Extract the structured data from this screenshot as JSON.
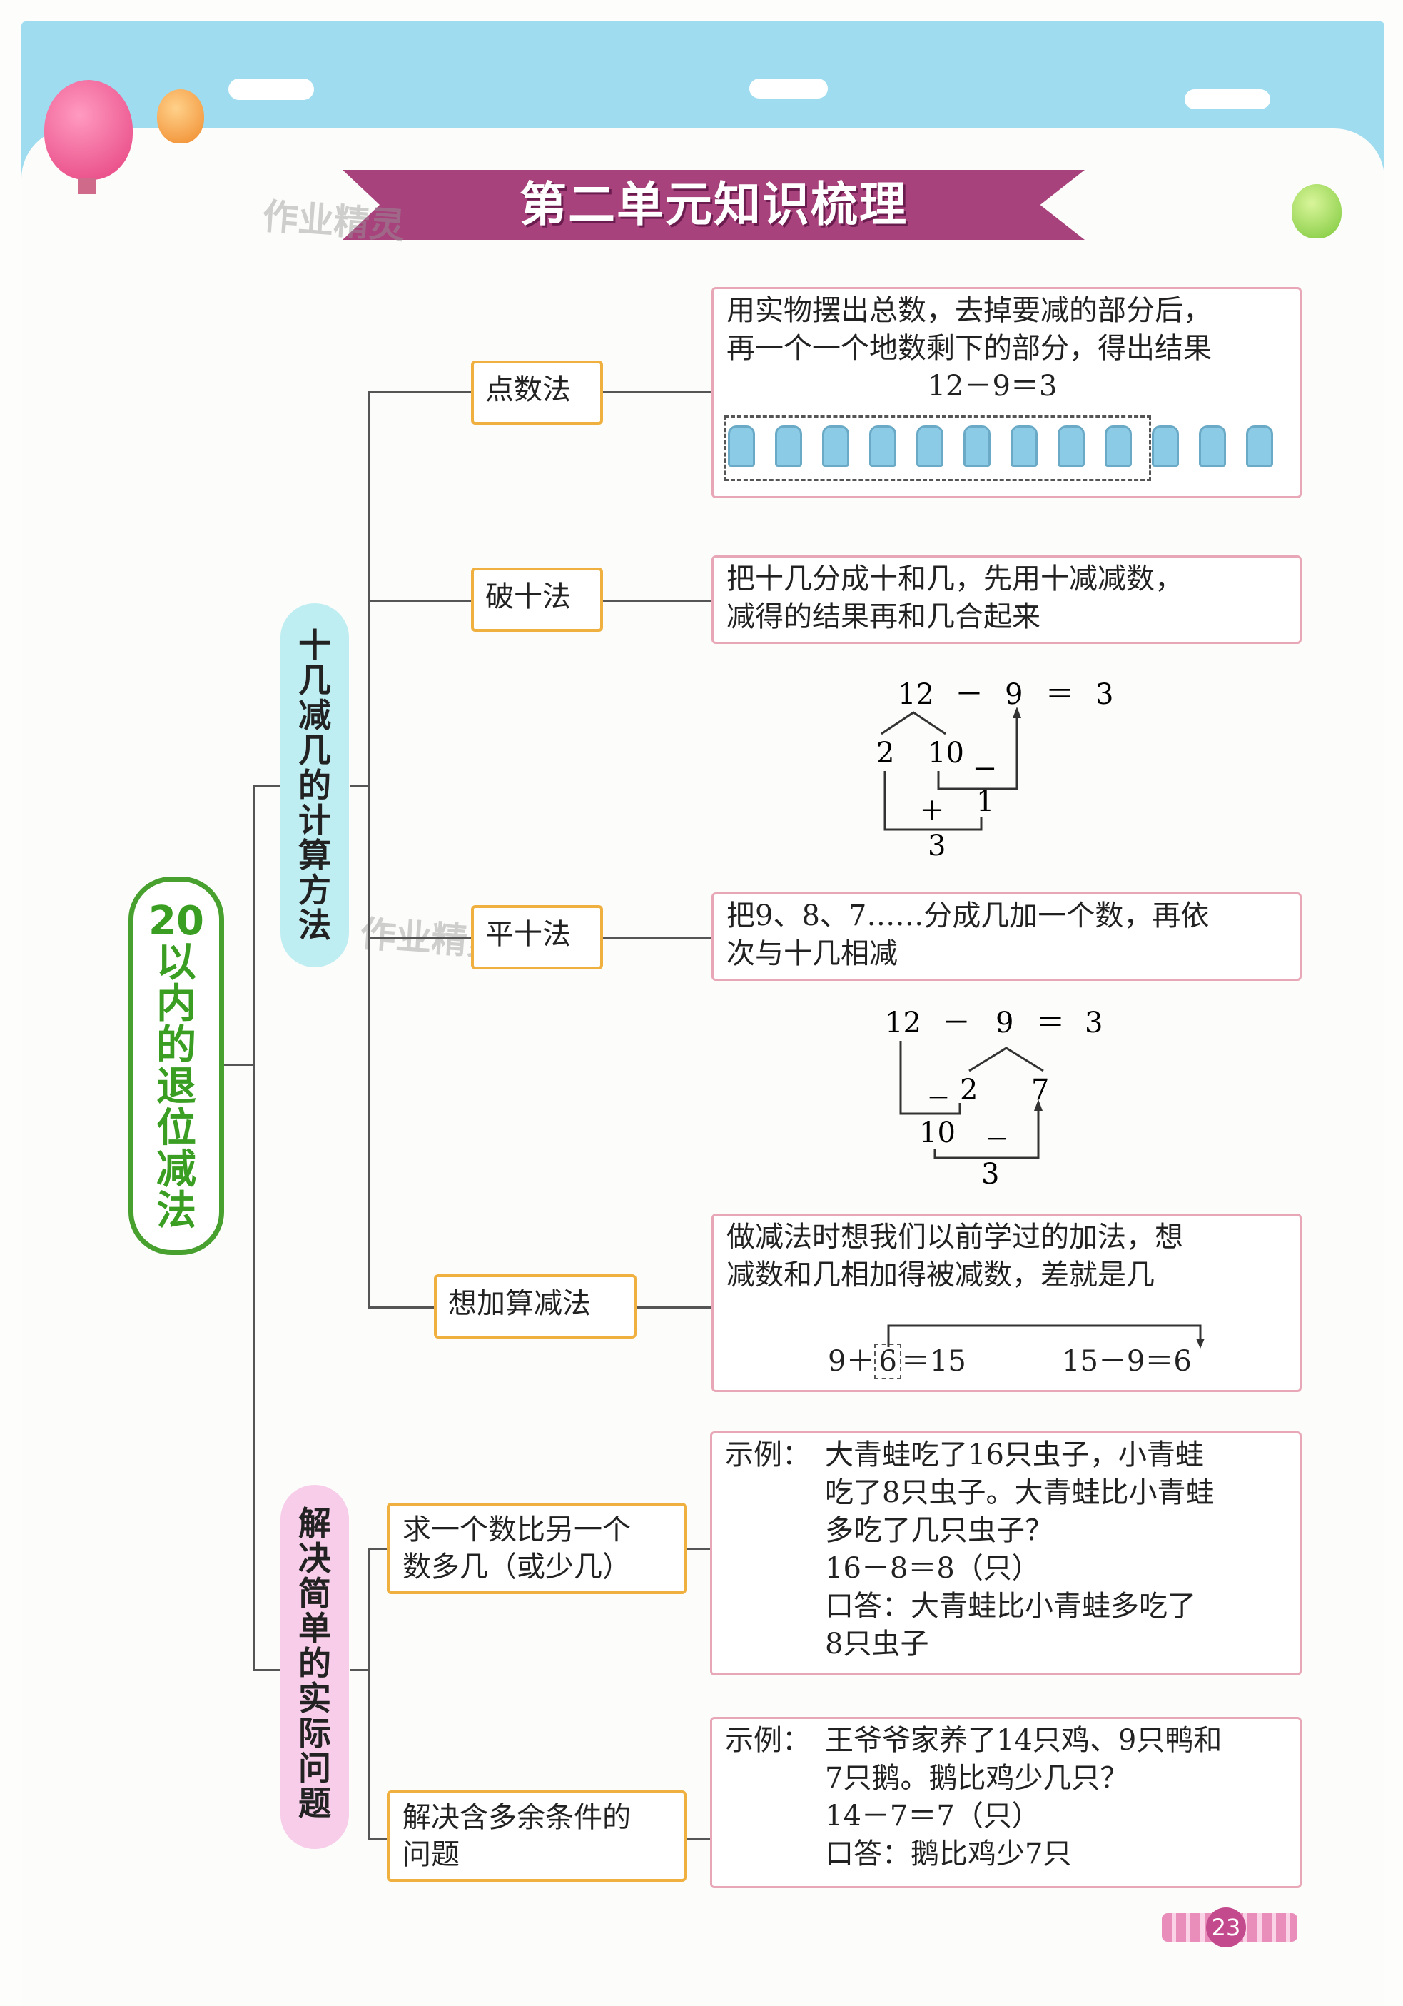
{
  "page": {
    "title": "第二单元知识梳理",
    "watermark": "作业精灵",
    "page_number": "23"
  },
  "root": {
    "label_lines": [
      "20",
      "以",
      "内",
      "的",
      "退",
      "位",
      "减",
      "法"
    ]
  },
  "branches": [
    {
      "label": "十几减几的计算方法"
    },
    {
      "label": "解决简单的实际问题"
    }
  ],
  "methods": {
    "dianshu": {
      "label": "点数法",
      "desc": [
        "用实物摆出总数，去掉要减的部分后，",
        "再一个一个地数剩下的部分，得出结果"
      ],
      "equation": "12－9＝3",
      "cups_total": 12,
      "cups_removed": 9
    },
    "poshi": {
      "label": "破十法",
      "desc": [
        "把十几分成十和几，先用十减减数，",
        "减得的结果再和几合起来"
      ],
      "diagram": {
        "a": "12",
        "minus": "－",
        "b": "9",
        "eq": "＝",
        "r": "3",
        "split1": "2",
        "split2": "10",
        "sub": "－",
        "res1": "1",
        "plus": "＋",
        "res2": "3"
      }
    },
    "pingshi": {
      "label": "平十法",
      "desc": [
        "把9、8、7……分成几加一个数，再依",
        "次与十几相减"
      ],
      "diagram": {
        "a": "12",
        "minus": "－",
        "b": "9",
        "eq": "＝",
        "r": "3",
        "sub1": "－",
        "part1": "2",
        "part2": "7",
        "ten": "10",
        "sub2": "－",
        "res": "3"
      }
    },
    "xiangjia": {
      "label": "想加算减法",
      "desc": [
        "做减法时想我们以前学过的加法，想",
        "减数和几相加得被减数，差就是几"
      ],
      "eq_left": "9＋",
      "eq_box": "6",
      "eq_right": "＝15",
      "eq2": "15－9＝6"
    }
  },
  "problems": {
    "p1": {
      "label": [
        "求一个数比另一个",
        "数多几（或少几）"
      ],
      "prefix": "示例：",
      "lines": [
        "大青蛙吃了16只虫子，小青蛙",
        "吃了8只虫子。大青蛙比小青蛙",
        "多吃了几只虫子？",
        "16－8＝8（只）",
        "口答：大青蛙比小青蛙多吃了",
        "8只虫子"
      ]
    },
    "p2": {
      "label": [
        "解决含多余条件的",
        "问题"
      ],
      "prefix": "示例：",
      "lines": [
        "王爷爷家养了14只鸡、9只鸭和",
        "7只鹅。鹅比鸡少几只？",
        "14－7＝7（只）",
        "口答：鹅比鸡少7只"
      ]
    }
  }
}
